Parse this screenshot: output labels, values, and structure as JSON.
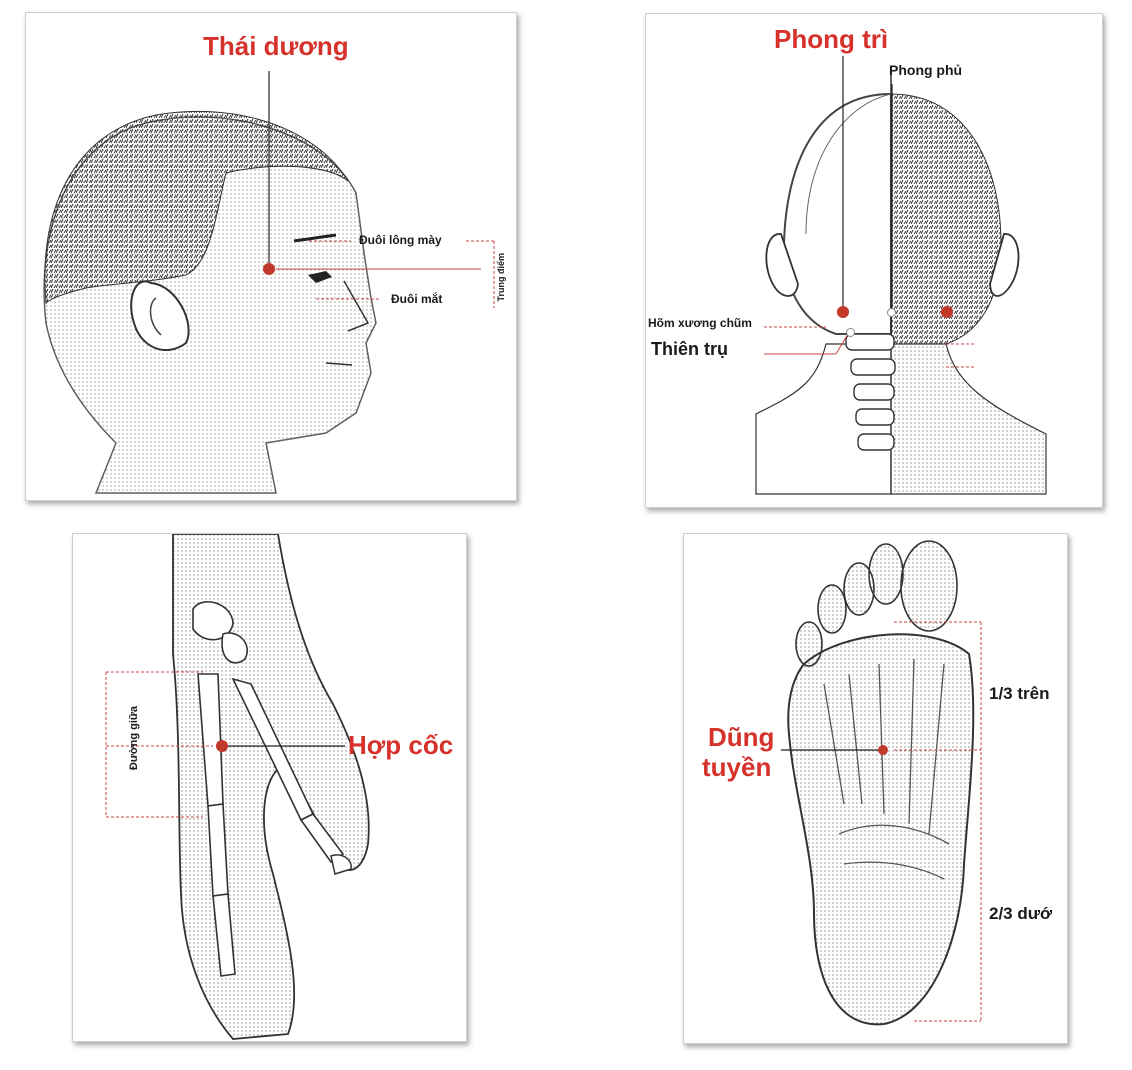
{
  "panels": {
    "head": {
      "point": "Thái dương",
      "eyebrow_tail": "Đuôi lông mày",
      "eye_tail": "Đuôi mắt",
      "midpoint": "Trung điểm"
    },
    "neck": {
      "point": "Phong trì",
      "governor": "Phong phủ",
      "mastoid": "Hõm xương chũm",
      "column": "Thiên trụ"
    },
    "hand": {
      "point": "Hợp cốc",
      "midline": "Đường giữa"
    },
    "foot": {
      "point_line1": "Dũng",
      "point_line2": "tuyền",
      "upper_third": "1/3 trên",
      "lower_two_thirds": "2/3 dướ"
    }
  },
  "colors": {
    "point_red": "#c0392b",
    "label_red": "#d6322b"
  }
}
